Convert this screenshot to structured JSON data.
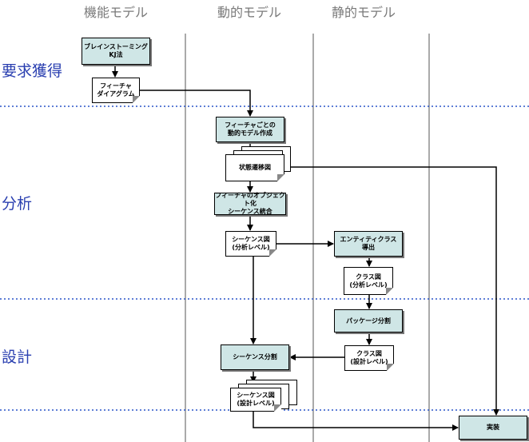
{
  "columns": {
    "functional": "機能モデル",
    "dynamic": "動的モデル",
    "static": "静的モデル"
  },
  "phases": {
    "requirements": "要求獲得",
    "analysis": "分析",
    "design": "設計"
  },
  "nodes": {
    "brainstorm": "ブレインストーミング\nKJ法",
    "feature_diagram": "フィーチャ\nダイアグラム",
    "dynamic_model_creation": "フィーチャごとの\n動的モデル作成",
    "state_transition": "状態遷移図",
    "feature_objectify": "フィーチャのオブジェクト化\nシーケンス統合",
    "sequence_analysis": "シーケンス図\n(分析レベル)",
    "entity_class": "エンティティクラス\n導出",
    "class_analysis": "クラス図\n(分析レベル)",
    "package_split": "パッケージ分割",
    "class_design": "クラス図\n(設計レベル)",
    "sequence_split": "シーケンス分割",
    "sequence_design": "シーケンス図\n(設計レベル)",
    "implementation": "実装"
  }
}
